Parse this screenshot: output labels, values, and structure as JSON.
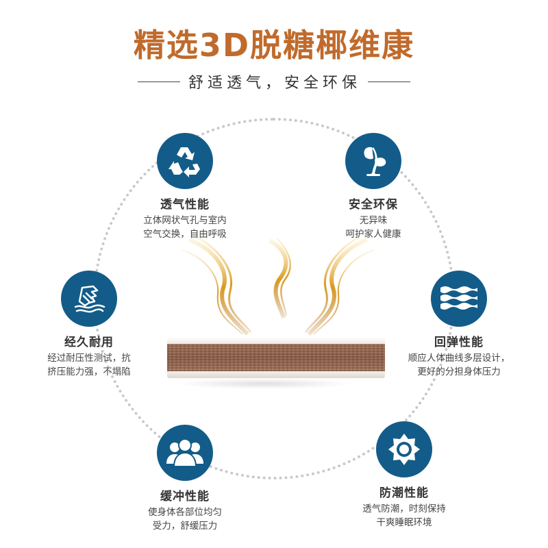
{
  "header": {
    "title": "精选3D脱糖椰维康",
    "subtitle": "舒适透气，安全环保"
  },
  "colors": {
    "title": "#c06a2b",
    "icon_bg": "#135c89",
    "ring": "#c8c8c8",
    "text": "#333333"
  },
  "features": [
    {
      "icon": "recycle-icon",
      "title": "透气性能",
      "desc": [
        "立体网状气孔与室内",
        "空气交换，自由呼吸"
      ]
    },
    {
      "icon": "sprout-icon",
      "title": "安全环保",
      "desc": [
        "无异味",
        "呵护家人健康"
      ]
    },
    {
      "icon": "hand-press-icon",
      "title": "经久耐用",
      "desc": [
        "经过耐压性测试，抗",
        "挤压能力强，不塌陷"
      ]
    },
    {
      "icon": "wave-layers-icon",
      "title": "回弹性能",
      "desc": [
        "顺应人体曲线多层设计，",
        "更好的分担身体压力"
      ]
    },
    {
      "icon": "people-group-icon",
      "title": "缓冲性能",
      "desc": [
        "使身体各部位均匀",
        "受力，舒缓压力"
      ]
    },
    {
      "icon": "sun-gear-icon",
      "title": "防潮性能",
      "desc": [
        "透气防潮，时刻保持",
        "干爽睡眠环境"
      ]
    }
  ],
  "product_image": {
    "description": "coconut fiber mattress core with golden swirls"
  }
}
